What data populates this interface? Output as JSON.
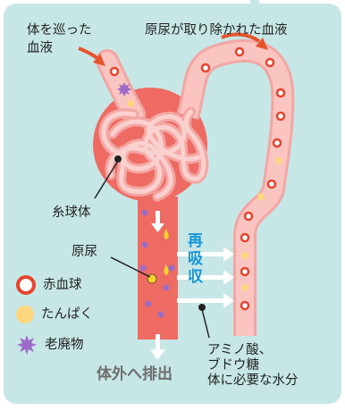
{
  "labels": {
    "circulated_blood_line1": "体を巡った",
    "circulated_blood_line2": "血液",
    "filtered_blood": "原尿が取り除かれた血液",
    "glomerulus": "糸球体",
    "primary_urine": "原尿",
    "reabsorption": [
      "再",
      "吸",
      "収"
    ],
    "excretion": "体外へ排出",
    "nutrients": [
      "アミノ酸、",
      "ブドウ糖",
      "体に必要な水分"
    ]
  },
  "legend": {
    "red_blood_cell": "赤血球",
    "protein": "たんぱく",
    "waste": "老廃物"
  },
  "colors": {
    "background": "#c7e6e6",
    "glomerulus": "#ee6b64",
    "vessel": "#f2a7a4",
    "flow_arrow": "#e5552d",
    "reabsorption_text": "#1496d8",
    "waste": "#9c6bc6",
    "protein": "#fed680"
  },
  "icons": [
    "red-blood-cell-icon",
    "protein-icon",
    "waste-icon"
  ]
}
